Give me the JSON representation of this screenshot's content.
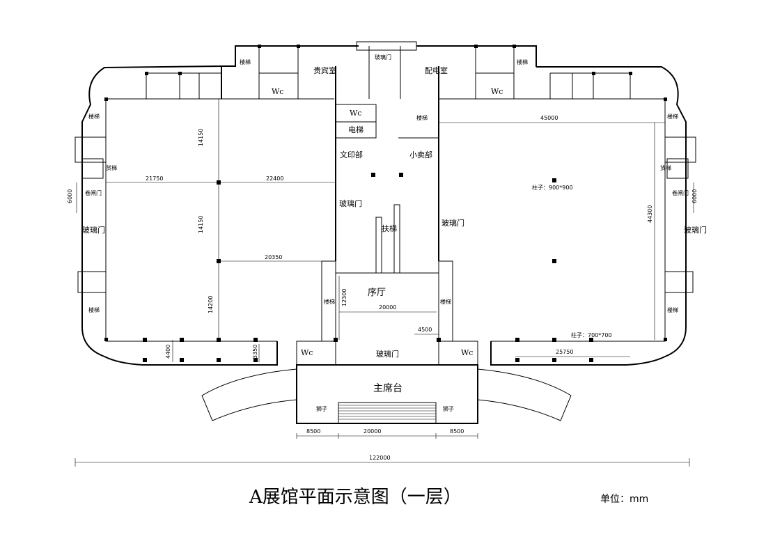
{
  "title": "A展馆平面示意图（一层）",
  "unit": "单位：mm",
  "rooms": {
    "vip_room": "贵宾室",
    "power_room": "配电室",
    "glass_door_top": "玻璃门",
    "wc": "Wc",
    "elevator": "电梯",
    "print_shop": "文印部",
    "kiosk": "小卖部",
    "stairs": "楼梯",
    "cargo_lift": "货梯",
    "rolling_door": "卷闸门",
    "glass_door": "玻璃门",
    "escalator": "扶梯",
    "foyer": "序厅",
    "rostrum": "主席台",
    "lion": "狮子",
    "column_900": "柱子：900*900",
    "column_700": "柱子：700*700"
  },
  "dimensions": {
    "d14150a": "14150",
    "d14150b": "14150",
    "d14200": "14200",
    "d21750": "21750",
    "d22400": "22400",
    "d20350": "20350",
    "d6000": "6000",
    "d4400": "4400",
    "d3350": "3350",
    "d12300": "12300",
    "d20000": "20000",
    "d4500": "4500",
    "d45000": "45000",
    "d44300": "44300",
    "d25750": "25750",
    "d8500a": "8500",
    "d20000b": "20000",
    "d8500b": "8500",
    "d122000": "122000"
  }
}
